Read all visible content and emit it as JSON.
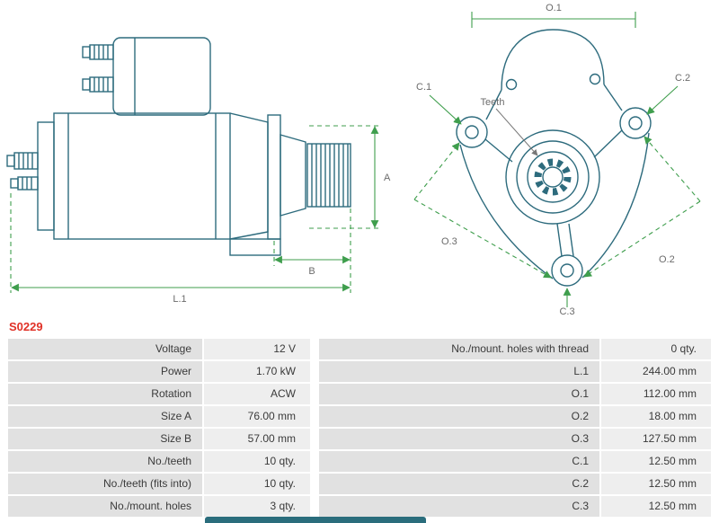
{
  "part_number": "S0229",
  "colors": {
    "drawing_line": "#2d6b7d",
    "dimension_line": "#3f9e4d",
    "part_number_red": "#e03127",
    "label_cell": "#e1e1e1",
    "value_cell": "#eeeeee"
  },
  "diagram": {
    "side_view": {
      "dim_a": "A",
      "dim_b": "B",
      "dim_l1": "L.1"
    },
    "front_view": {
      "dim_o1": "O.1",
      "dim_o2": "O.2",
      "dim_o3": "O.3",
      "dim_c1": "C.1",
      "dim_c2": "C.2",
      "dim_c3": "C.3",
      "teeth_label": "Teeth"
    }
  },
  "spec_table": {
    "left": [
      {
        "label": "Voltage",
        "value": "12 V"
      },
      {
        "label": "Power",
        "value": "1.70 kW"
      },
      {
        "label": "Rotation",
        "value": "ACW"
      },
      {
        "label": "Size A",
        "value": "76.00 mm"
      },
      {
        "label": "Size B",
        "value": "57.00 mm"
      },
      {
        "label": "No./teeth",
        "value": "10 qty."
      },
      {
        "label": "No./teeth (fits into)",
        "value": "10 qty."
      },
      {
        "label": "No./mount. holes",
        "value": "3 qty."
      }
    ],
    "right": [
      {
        "label": "No./mount. holes with thread",
        "value": "0 qty."
      },
      {
        "label": "L.1",
        "value": "244.00 mm"
      },
      {
        "label": "O.1",
        "value": "112.00 mm"
      },
      {
        "label": "O.2",
        "value": "18.00 mm"
      },
      {
        "label": "O.3",
        "value": "127.50 mm"
      },
      {
        "label": "C.1",
        "value": "12.50 mm"
      },
      {
        "label": "C.2",
        "value": "12.50 mm"
      },
      {
        "label": "C.3",
        "value": "12.50 mm"
      }
    ]
  }
}
